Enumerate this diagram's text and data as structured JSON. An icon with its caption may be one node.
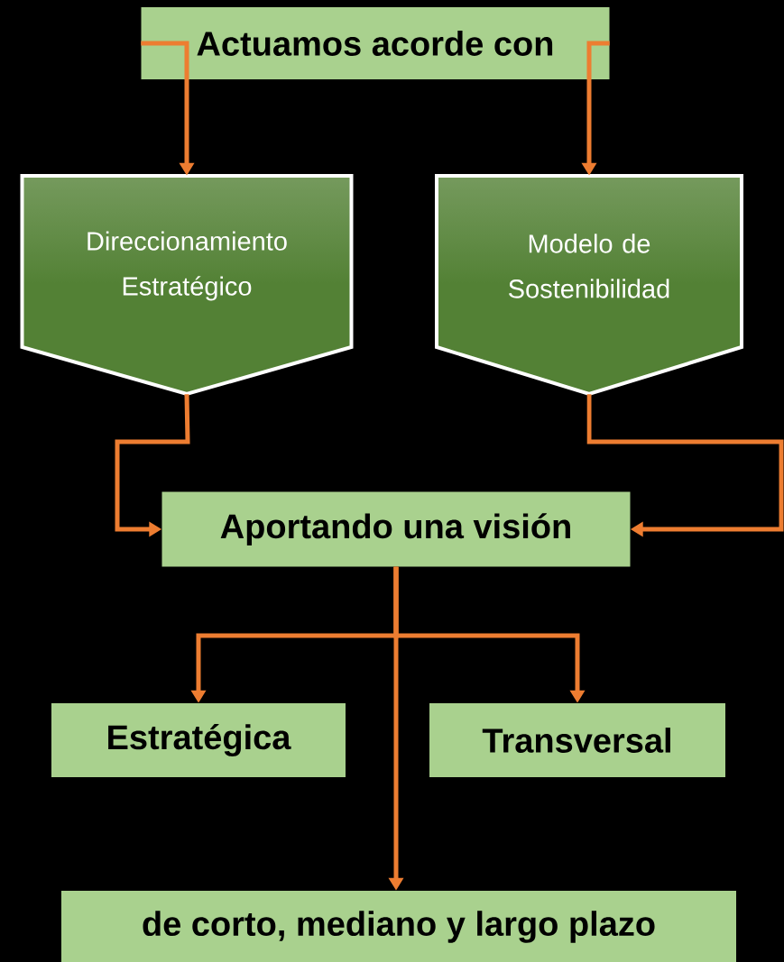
{
  "diagram": {
    "nodes": [
      {
        "text": [
          "Actuamos acorde con"
        ]
      },
      {
        "text": [
          "Direccionamiento Estratégico"
        ]
      },
      {
        "text": [
          "Modelo de Sostenibilidad"
        ]
      },
      {
        "text": [
          "Aportando una visión"
        ]
      },
      {
        "text": [
          "Estratégica"
        ]
      },
      {
        "text": [
          "Transversal"
        ]
      },
      {
        "text": [
          "de corto, mediano y largo plazo"
        ]
      }
    ],
    "edges": [
      {
        "from": 0,
        "to": 1,
        "arrow": "to"
      },
      {
        "from": 0,
        "to": 2,
        "arrow": "to"
      },
      {
        "from": 1,
        "to": 3,
        "arrow": "to"
      },
      {
        "from": 2,
        "to": 3,
        "arrow": "to"
      },
      {
        "from": 3,
        "to": 4,
        "arrow": "to"
      },
      {
        "from": 3,
        "to": 5,
        "arrow": "to"
      },
      {
        "from": 3,
        "to": 6,
        "arrow": "to"
      }
    ]
  }
}
